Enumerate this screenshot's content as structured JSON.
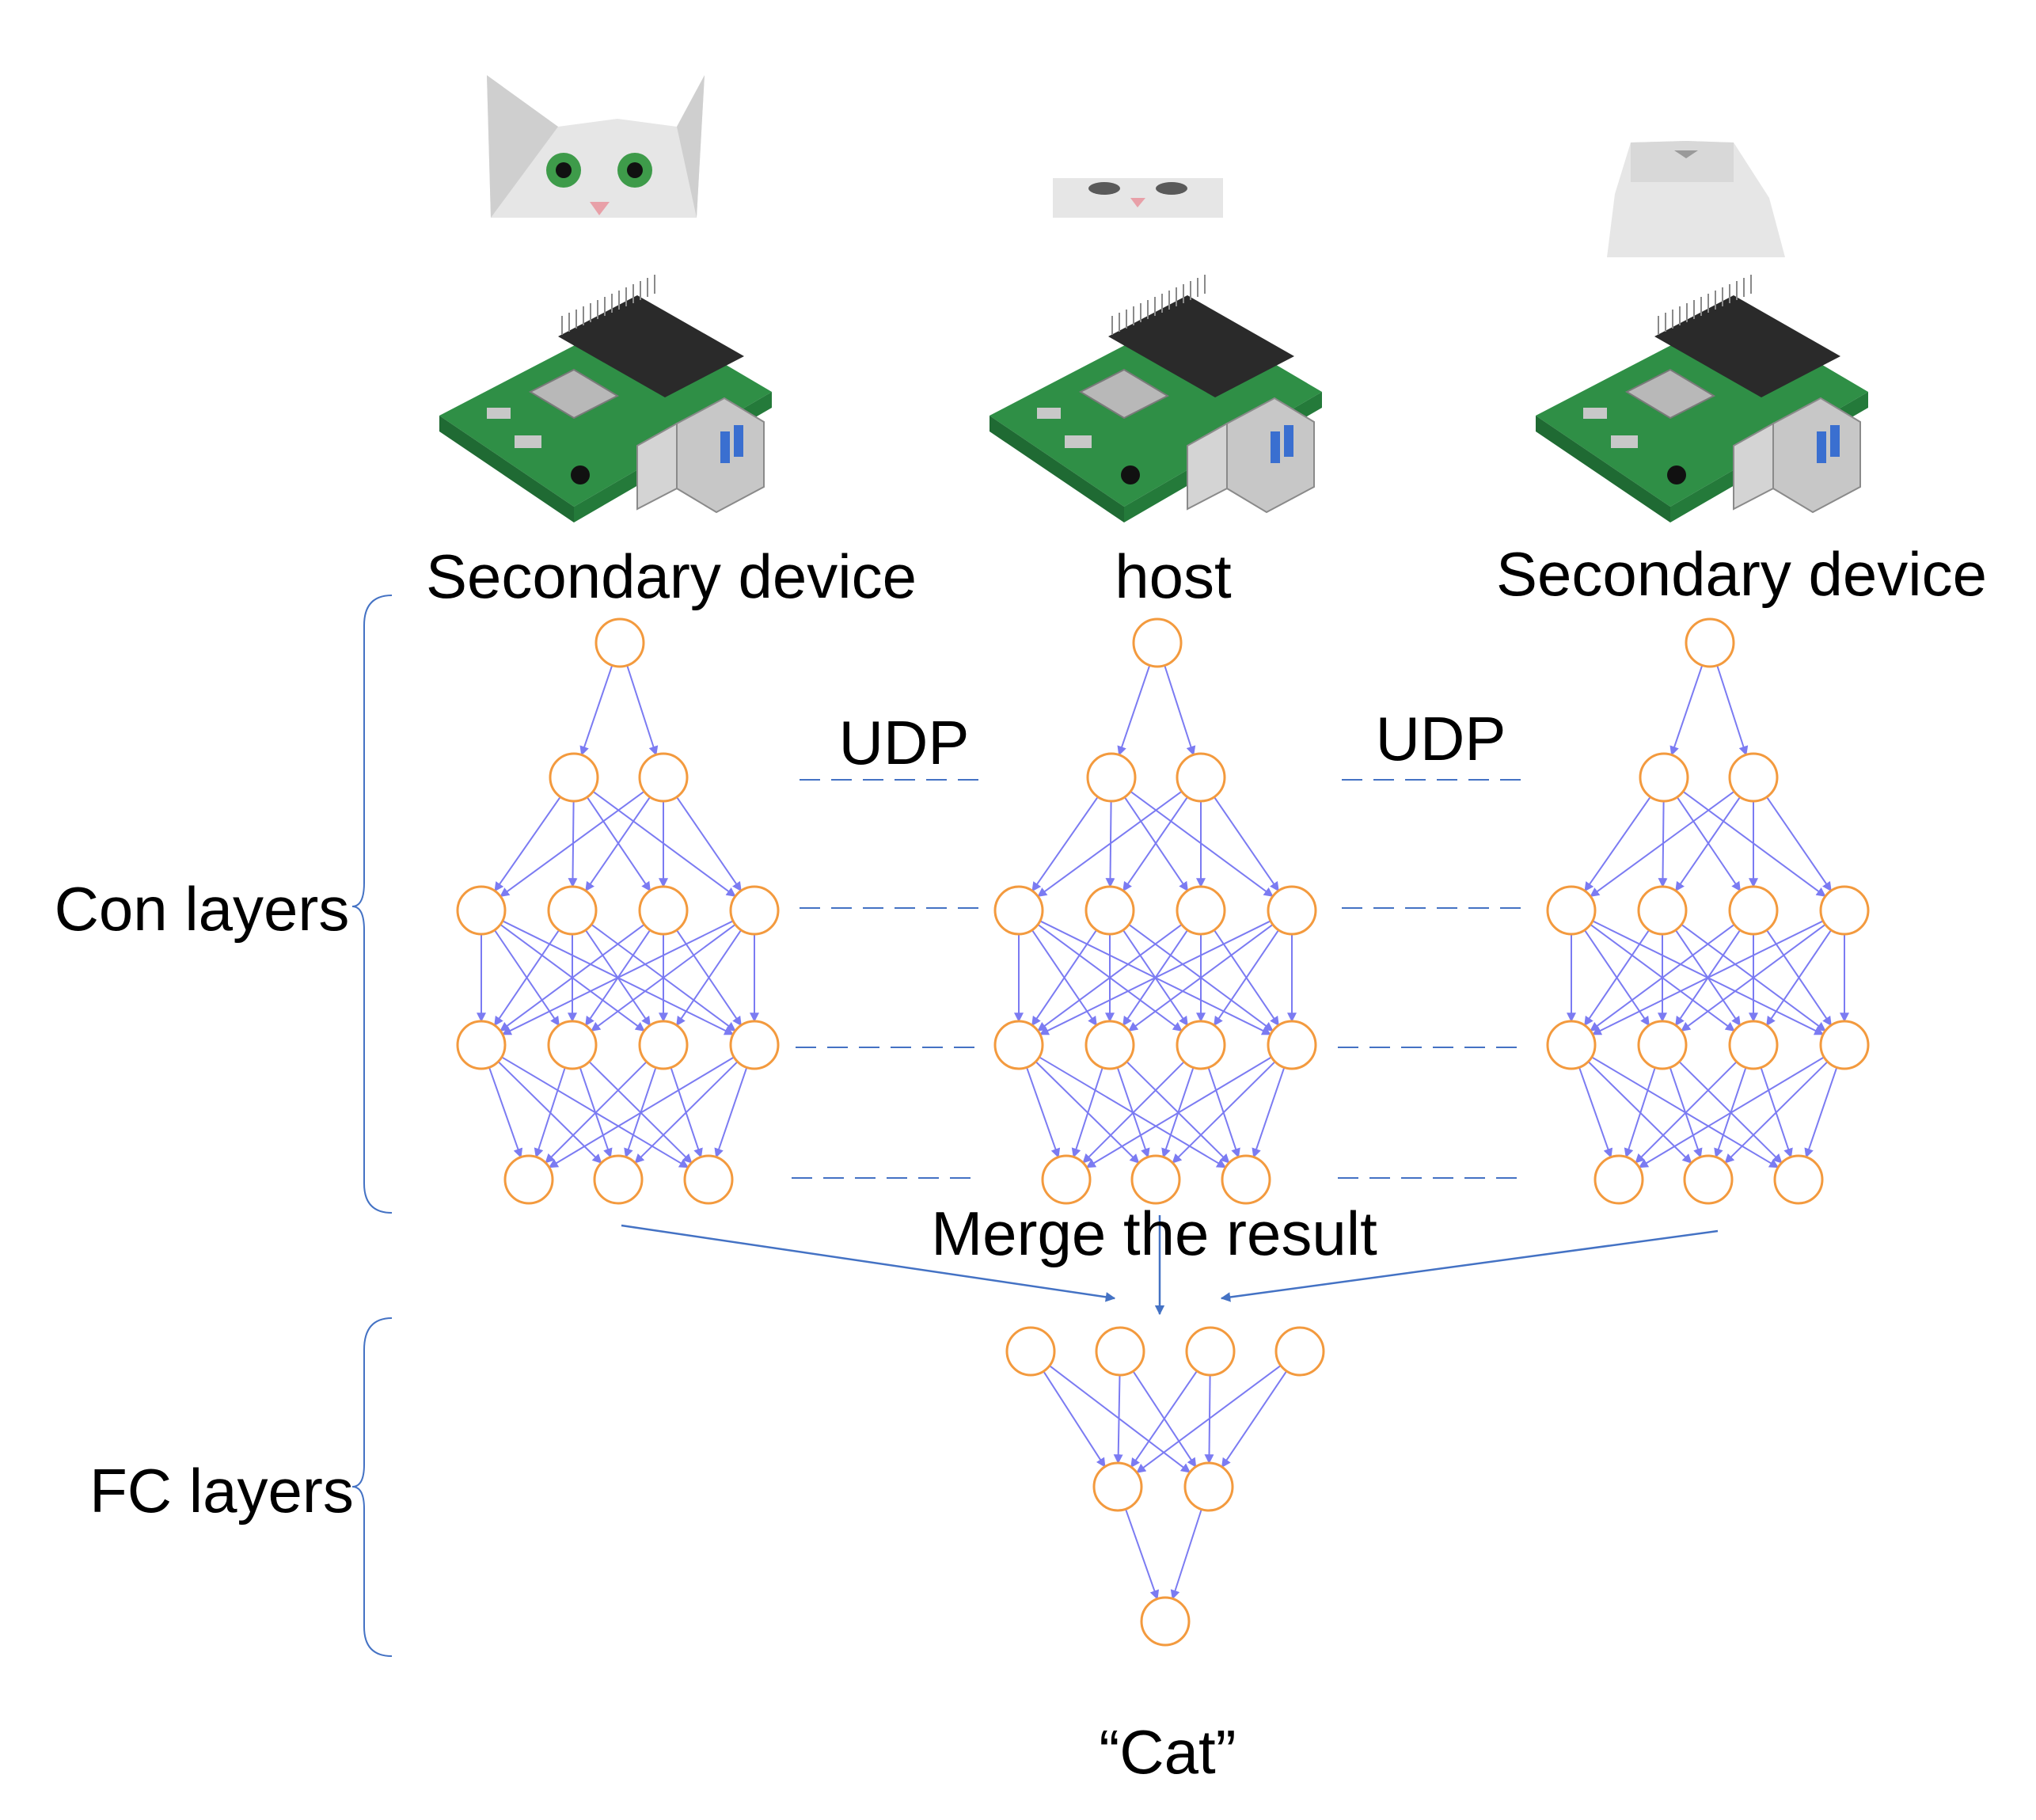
{
  "colors": {
    "node_stroke": "#F39A3E",
    "edge": "#7B7BF2",
    "bracket": "#4472C4",
    "merge_arrow": "#4472C4",
    "udp_dash": "#4472C4",
    "board_green": "#2F8F46",
    "cat_fur": "#E6E6E6",
    "cat_eye": "#3E9B4A"
  },
  "images": {
    "cat_left": "cat-face-icon",
    "cat_middle": "cat-face-icon",
    "cat_right": "cat-face-icon",
    "board": "raspberry-pi-board-icon"
  },
  "devices": [
    {
      "label": "Secondary device"
    },
    {
      "label": "host"
    },
    {
      "label": "Secondary device"
    }
  ],
  "labels": {
    "udp_left": "UDP",
    "udp_right": "UDP",
    "conv_layers": "Con layers",
    "fc_layers": "FC layers",
    "merge": "Merge the result",
    "output": "“Cat”"
  },
  "network": {
    "conv_layer_sizes": [
      1,
      2,
      4,
      4,
      3
    ],
    "fc_layer_sizes": [
      4,
      2,
      1
    ]
  }
}
